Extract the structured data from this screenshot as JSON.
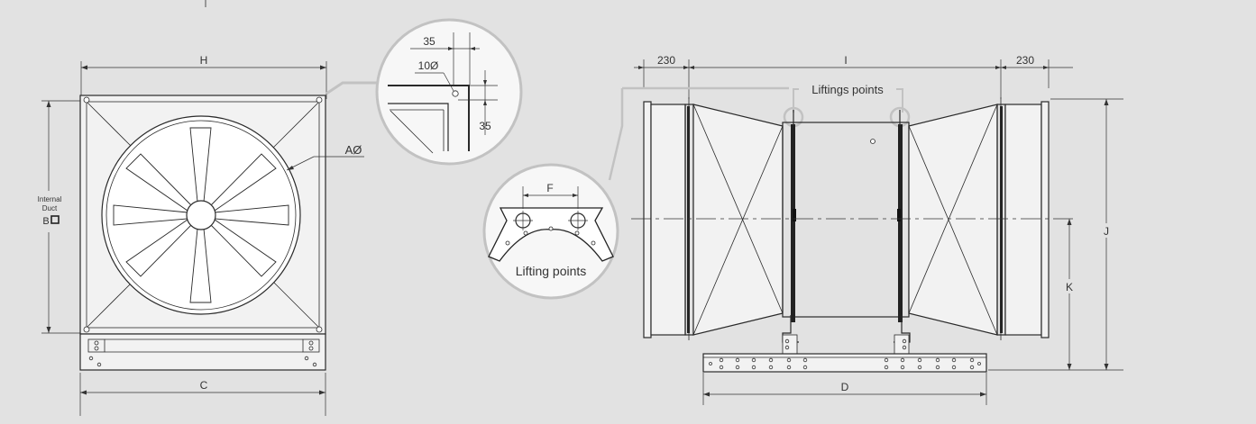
{
  "front_view": {
    "width_label": "H",
    "bottom_label": "C",
    "duct_label": [
      "Internal",
      "Duct",
      "B"
    ],
    "diameter_label": "AØ"
  },
  "corner_detail": {
    "dim_top": "35",
    "dim_side": "35",
    "hole_label": "10Ø"
  },
  "side_view": {
    "left_label": "230",
    "mid_label": "I",
    "right_label": "230",
    "lifting_label": "Liftings points",
    "height_label": "J",
    "half_label": "K",
    "base_label": "D"
  },
  "lifting_detail": {
    "span_label": "F",
    "caption": "Lifting points"
  }
}
